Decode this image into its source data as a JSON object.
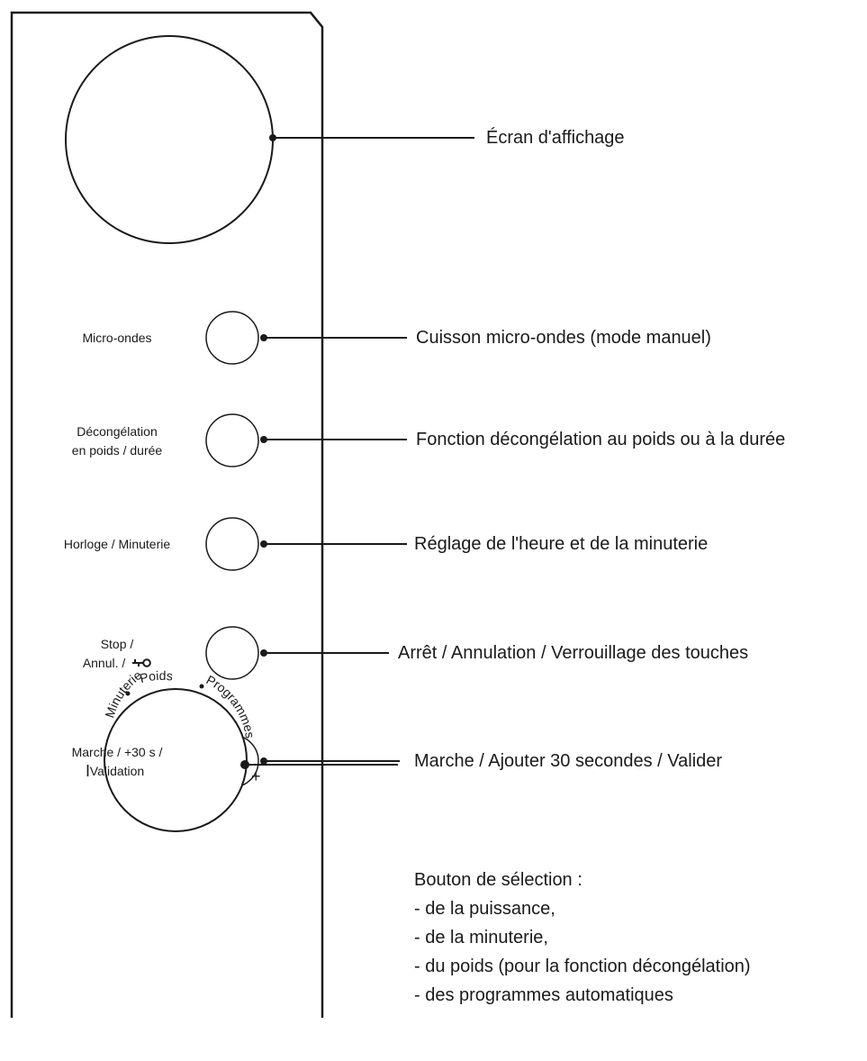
{
  "panel": {
    "buttons": [
      {
        "label_lines": [
          "Micro-ondes"
        ],
        "description": "Cuisson micro-ondes (mode manuel)"
      },
      {
        "label_lines": [
          "Décongélation",
          "en poids / durée"
        ],
        "description": "Fonction décongélation au poids ou à la durée"
      },
      {
        "label_lines": [
          "Horloge / Minuterie"
        ],
        "description": "Réglage de l'heure et de la minuterie"
      },
      {
        "label_lines": [
          "Stop /",
          "Annul. /"
        ],
        "description": "Arrêt / Annulation / Verrouillage des touches",
        "icon": "key-icon"
      },
      {
        "label_lines": [
          "Marche / +30 s /",
          "Validation"
        ],
        "description": "Marche / Ajouter 30 secondes / Valider"
      }
    ],
    "display": {
      "description": "Écran d'affichage"
    },
    "dial": {
      "labels": {
        "minuterie": "Minuterie",
        "poids": "Poids",
        "programmes": "Programmes",
        "minus": "I",
        "plus": "+"
      },
      "description_title": "Bouton de sélection :",
      "description_items": [
        "- de la puissance,",
        "- de la minuterie,",
        "- du poids (pour la fonction décongélation)",
        "- des programmes automatiques"
      ]
    }
  }
}
